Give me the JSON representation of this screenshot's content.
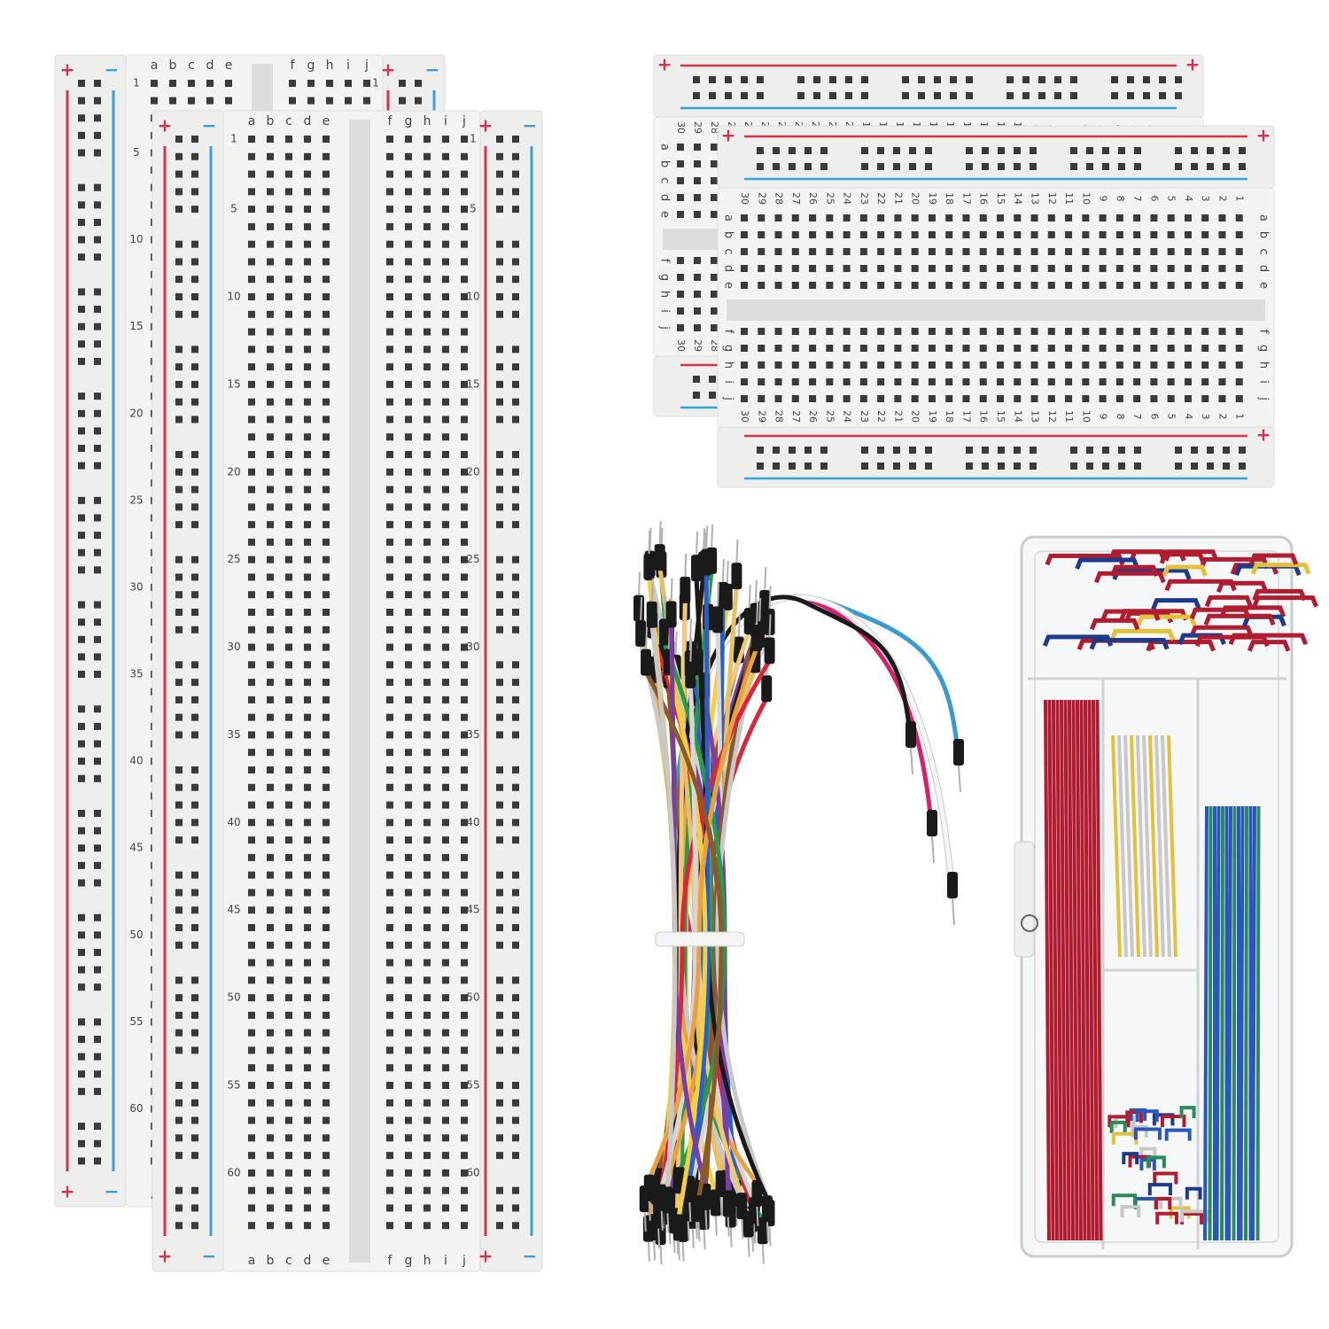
{
  "colors": {
    "board": "#eeeeec",
    "board_shade": "#dcdcda",
    "hole": "#3a3a3a",
    "rail_red": "#d3344a",
    "rail_blue": "#3aa0dc",
    "plus": "#d0344a",
    "minus": "#3a9cd8"
  },
  "symbols": {
    "plus": "+",
    "minus": "−"
  },
  "long_board": {
    "cols_left": [
      "a",
      "b",
      "c",
      "d",
      "e"
    ],
    "cols_right": [
      "f",
      "g",
      "h",
      "i",
      "j"
    ],
    "row_markers": [
      "1",
      "5",
      "10",
      "15",
      "20",
      "25",
      "30",
      "35",
      "40",
      "45",
      "50",
      "55",
      "60"
    ]
  },
  "half_board": {
    "rows_top": [
      "a",
      "b",
      "c",
      "d",
      "e"
    ],
    "rows_bottom": [
      "f",
      "g",
      "h",
      "i",
      "j"
    ],
    "col_numbers": [
      "30",
      "29",
      "28",
      "27",
      "26",
      "25",
      "24",
      "23",
      "22",
      "21",
      "20",
      "19",
      "18",
      "17",
      "16",
      "15",
      "14",
      "13",
      "12",
      "11",
      "10",
      "9",
      "8",
      "7",
      "6",
      "5",
      "4",
      "3",
      "2",
      "1"
    ]
  },
  "jumper_bundle": {
    "wire_colors": [
      "#1a1a1a",
      "#f0c878",
      "#e6bf6a",
      "#d8263a",
      "#2a9a4a",
      "#2b5fc8",
      "#f2d040",
      "#ffffff",
      "#e8a040",
      "#7a3ea0",
      "#8a5a2a",
      "#c8c8c8"
    ],
    "tie_color": "#f4f4f4"
  },
  "wire_box": {
    "wire_colors": [
      "#b01c30",
      "#c8c8c8",
      "#e2c23c",
      "#2a58b8",
      "#2a8a5a",
      "#1e3a8a"
    ]
  }
}
